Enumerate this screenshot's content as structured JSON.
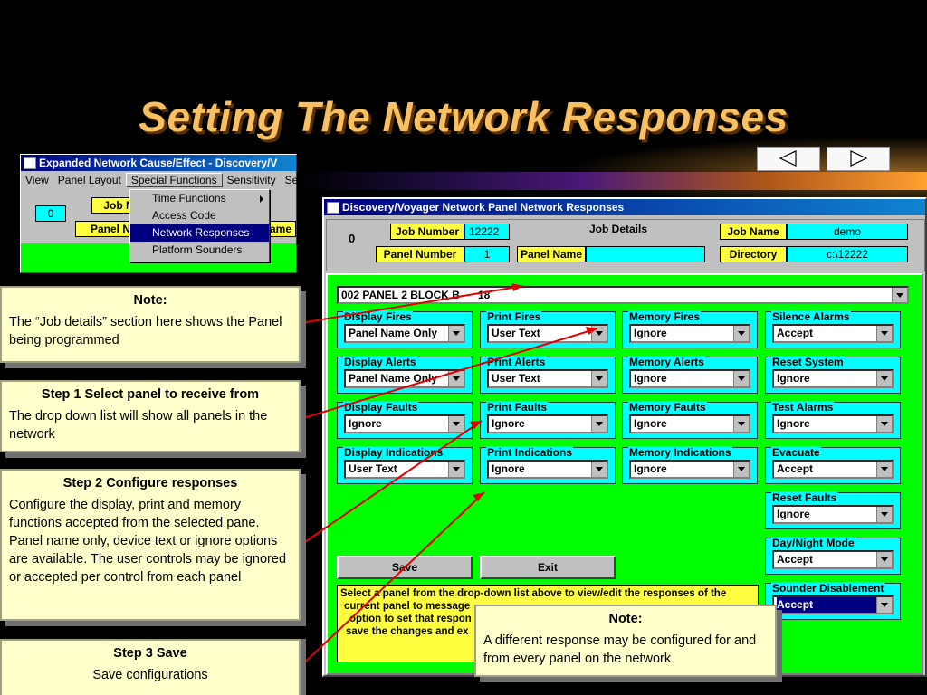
{
  "slide": {
    "title": "Setting The Network Responses"
  },
  "left_window": {
    "title": "Expanded Network Cause/Effect - Discovery/V",
    "menu": [
      "View",
      "Panel Layout",
      "Special Functions",
      "Sensitivity",
      "Se"
    ],
    "counter": "0",
    "job_label": "Job N",
    "panel_label": "Panel N",
    "name_label": "ame",
    "dropdown_items": [
      "Time Functions",
      "Access Code",
      "Network Responses",
      "Platform Sounders"
    ]
  },
  "main_window": {
    "title": "Discovery/Voyager Network Panel Network Responses",
    "counter": "0",
    "job_details_label": "Job Details",
    "job_number_label": "Job Number",
    "job_number_value": "12222",
    "job_name_label": "Job Name",
    "job_name_value": "demo",
    "panel_number_label": "Panel Number",
    "panel_number_value": "1",
    "panel_name_label": "Panel Name",
    "panel_name_value": "",
    "directory_label": "Directory",
    "directory_value": "c:\\12222",
    "panel_select": "002 PANEL 2 BLOCK B      18",
    "groups": {
      "display_fires": {
        "label": "Display Fires",
        "value": "Panel Name Only"
      },
      "print_fires": {
        "label": "Print Fires",
        "value": "User Text"
      },
      "memory_fires": {
        "label": "Memory Fires",
        "value": "Ignore"
      },
      "silence_alarms": {
        "label": "Silence Alarms",
        "value": "Accept"
      },
      "display_alerts": {
        "label": "Display Alerts",
        "value": "Panel Name Only"
      },
      "print_alerts": {
        "label": "Print Alerts",
        "value": "User Text"
      },
      "memory_alerts": {
        "label": "Memory Alerts",
        "value": "Ignore"
      },
      "reset_system": {
        "label": "Reset System",
        "value": "Ignore"
      },
      "display_faults": {
        "label": "Display Faults",
        "value": "Ignore"
      },
      "print_faults": {
        "label": "Print Faults",
        "value": "Ignore"
      },
      "memory_faults": {
        "label": "Memory Faults",
        "value": "Ignore"
      },
      "test_alarms": {
        "label": "Test Alarms",
        "value": "Ignore"
      },
      "display_indications": {
        "label": "Display Indications",
        "value": "User Text"
      },
      "print_indications": {
        "label": "Print Indications",
        "value": "Ignore"
      },
      "memory_indications": {
        "label": "Memory Indications",
        "value": "Ignore"
      },
      "evacuate": {
        "label": "Evacuate",
        "value": "Accept"
      },
      "reset_faults": {
        "label": "Reset Faults",
        "value": "Ignore"
      },
      "day_night_mode": {
        "label": "Day/Night Mode",
        "value": "Accept"
      },
      "sounder_disablement": {
        "label": "Sounder Disablement",
        "value": "Accept"
      }
    },
    "save_label": "Save",
    "exit_label": "Exit",
    "help_lines": [
      "Select a panel from the drop-down list above to view/edit the responses of the",
      "current panel to message",
      "option to set that respon",
      "save the changes and ex"
    ]
  },
  "notes": {
    "note1": {
      "heading": "Note:",
      "body": "The “Job details” section here shows the Panel being programmed"
    },
    "step1": {
      "heading": "Step 1 Select panel to receive from",
      "body": "The drop down list will show all panels in the network"
    },
    "step2": {
      "heading": "Step 2 Configure responses",
      "body": "Configure the display, print and memory functions accepted from the selected pane.  Panel name only, device text or ignore options are available.  The user controls may be ignored or accepted per control from each panel"
    },
    "step3": {
      "heading": "Step 3 Save",
      "body": "Save configurations"
    },
    "note2": {
      "heading": "Note:",
      "body": "A different response may be configured for and from every panel on the network"
    }
  },
  "colors": {
    "title": "#f8c060",
    "panel_bg": "#00ff00",
    "field_cyan": "#00ffff",
    "label_yellow": "#ffff40",
    "note_bg": "#ffffcc",
    "arrow": "#e00000"
  },
  "icons": [
    "prev-arrow-icon",
    "next-arrow-icon",
    "window-icon",
    "submenu-arrow-icon",
    "dropdown-arrow-icon"
  ]
}
